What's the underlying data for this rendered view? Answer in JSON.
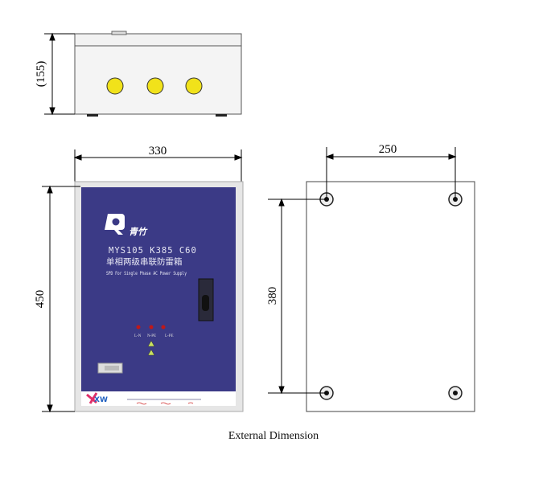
{
  "dimensions": {
    "depth": "(155)",
    "width": "330",
    "height": "450",
    "mount_width": "250",
    "mount_height": "380"
  },
  "panel": {
    "brand": "青竹",
    "model": "MYS105 K385 C60",
    "title_cn": "单相两级串联防雷箱",
    "subtitle": "SPD For Single Phase AC Power Supply",
    "indicators": [
      "L-N",
      "N-PE",
      "L-PE"
    ],
    "color": "#3b3a86"
  },
  "caption": "External Dimension"
}
